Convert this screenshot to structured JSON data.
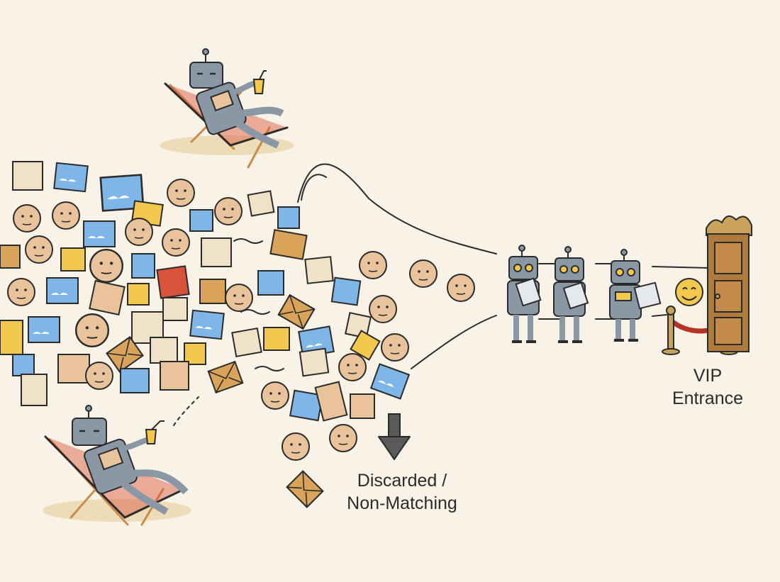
{
  "labels": {
    "vip_line1": "VIP",
    "vip_line2": "Entrance",
    "discard_line1": "Discarded /",
    "discard_line2": "Non-Matching"
  },
  "icons": {
    "robot": "robot-icon",
    "deck_chair": "deck-chair-icon",
    "drink": "drink-icon",
    "clipboard": "clipboard-icon",
    "face": "face-icon",
    "photo": "photo-icon",
    "envelope": "envelope-icon",
    "down_arrow": "down-arrow-icon",
    "door": "door-icon",
    "velvet_rope": "velvet-rope-icon",
    "smiley": "smiley-icon"
  },
  "colors": {
    "background": "#f8f3e6",
    "ink": "#2b2b2b",
    "robot_body": "#8a98a6",
    "robot_eye": "#f2c94c",
    "skin": "#e8c39c",
    "sky_blue": "#7fb6e8",
    "beige": "#f0e2c8",
    "yellow": "#f2c94c",
    "red": "#d9533a",
    "door_brown": "#b07a3c",
    "rope_red": "#b8322a",
    "gold": "#c9a35a",
    "arrow_grey": "#5a5a5a"
  }
}
